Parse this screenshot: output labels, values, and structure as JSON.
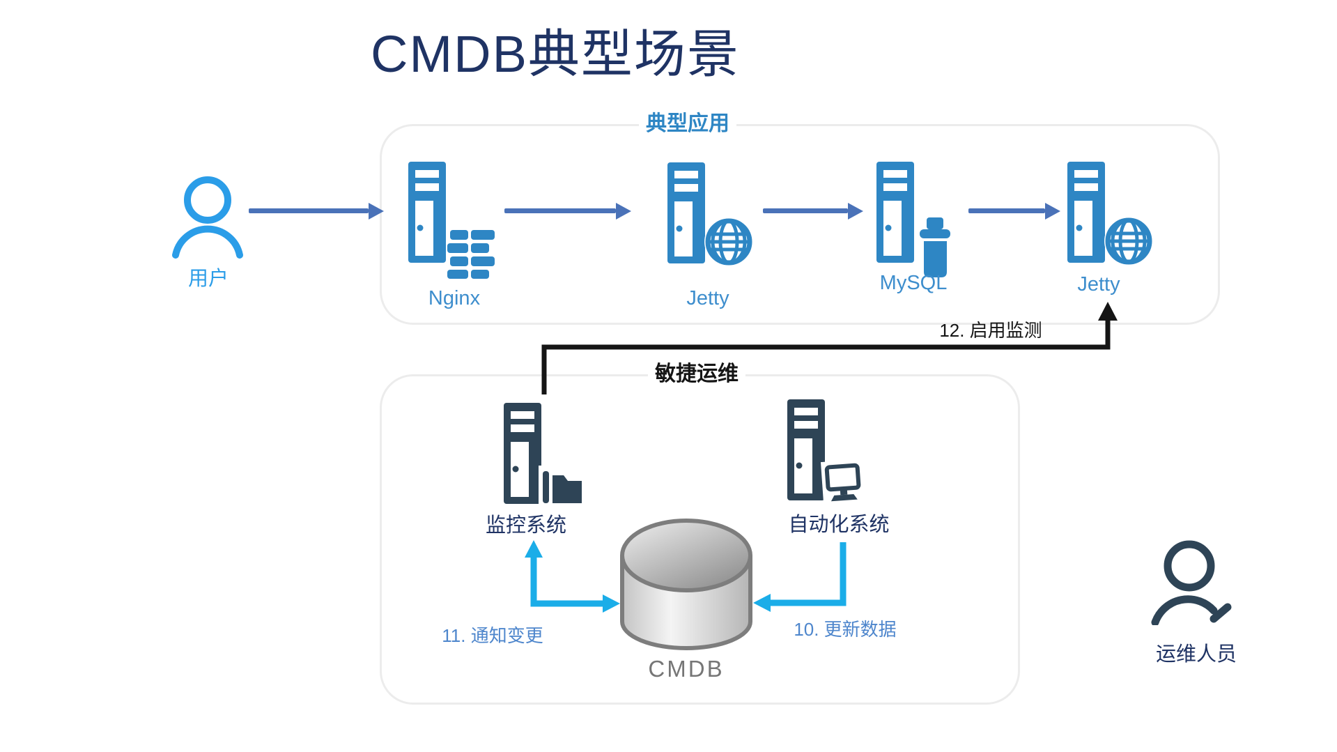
{
  "title": "CMDB典型场景",
  "groups": {
    "typical_app": {
      "label": "典型应用"
    },
    "agile_ops": {
      "label": "敏捷运维"
    }
  },
  "nodes": {
    "user": {
      "label": "用户",
      "icon": "person-icon"
    },
    "nginx": {
      "label": "Nginx",
      "icon": "server-icon",
      "badge": "firewall-bricks-icon"
    },
    "jetty_web": {
      "label": "Jetty",
      "icon": "server-icon",
      "badge": "globe-icon"
    },
    "mysql": {
      "label": "MySQL",
      "icon": "server-icon",
      "badge": "trash-bin-icon"
    },
    "jetty_app": {
      "label": "Jetty",
      "icon": "server-icon",
      "badge": "globe-icon"
    },
    "monitoring": {
      "label": "监控系统",
      "icon": "server-icon",
      "badge": "folder-icon"
    },
    "automation": {
      "label": "自动化系统",
      "icon": "server-icon",
      "badge": "monitor-icon"
    },
    "cmdb": {
      "label": "CMDB",
      "icon": "database-cylinder-icon"
    },
    "operator": {
      "label": "运维人员",
      "icon": "person-icon"
    }
  },
  "edges": {
    "user_to_nginx": {
      "label": ""
    },
    "nginx_to_jetty": {
      "label": ""
    },
    "jetty_to_mysql": {
      "label": ""
    },
    "mysql_to_jetty": {
      "label": ""
    },
    "enable_monitoring": {
      "label": "12. 启用监测"
    },
    "notify_change": {
      "label": "11. 通知变更"
    },
    "update_data": {
      "label": "10. 更新数据"
    }
  },
  "colors": {
    "title_navy": "#1f3364",
    "app_icon_blue": "#2e86c4",
    "app_label_blue": "#3e8ecd",
    "user_blue": "#2b9de8",
    "flow_arrow_steel": "#4a72b8",
    "ops_arrow_cyan": "#1bade8",
    "ops_edge_label_blue": "#4e86cc",
    "ops_icon_slate": "#2e4456",
    "box_border_gray": "#ececec",
    "cmdb_gray": "#767676",
    "black_arrow": "#151515"
  }
}
